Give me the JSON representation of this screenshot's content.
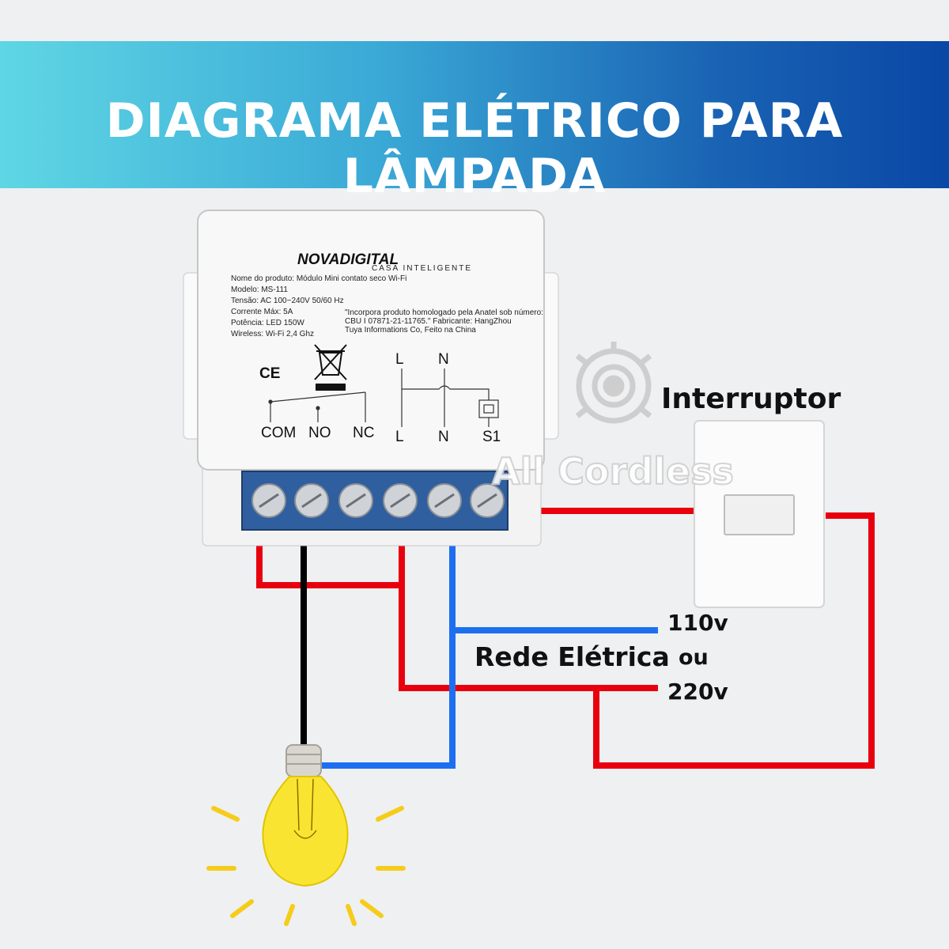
{
  "title": "DIAGRAMA ELÉTRICO PARA LÂMPADA",
  "module": {
    "brand": "NOVADIGITAL",
    "brand_sub": "CASA INTELIGENTE",
    "specs": [
      "Nome do produto: Módulo Mini contato seco Wi-Fi",
      "Modelo: MS-111",
      "Tensão: AC 100~240V  50/60 Hz",
      "Corrente Máx: 5A",
      "Potência: LED 150W",
      "Wireless: Wi-Fi 2,4 Ghz"
    ],
    "anatel": [
      "\"Incorpora produto homologado pela Anatel sob número:",
      "CBU I 07871-21-11765.\" Fabricante: HangZhou",
      "Tuya Informations Co, Feito na China"
    ],
    "ce_mark": "CE",
    "relay_labels": [
      "COM",
      "NO",
      "NC"
    ],
    "circuit_top": [
      "L",
      "N"
    ],
    "circuit_bottom": [
      "L",
      "N",
      "S1"
    ]
  },
  "labels": {
    "switch": "Interruptor",
    "network": "Rede Elétrica",
    "v110": "110v",
    "or": "ou",
    "v220": "220v"
  },
  "watermark": "All Cordless",
  "colors": {
    "phase": "#e8000e",
    "neutral": "#1e6ff0",
    "lamp_return": "#000000",
    "terminal": "#2f5f9e"
  }
}
